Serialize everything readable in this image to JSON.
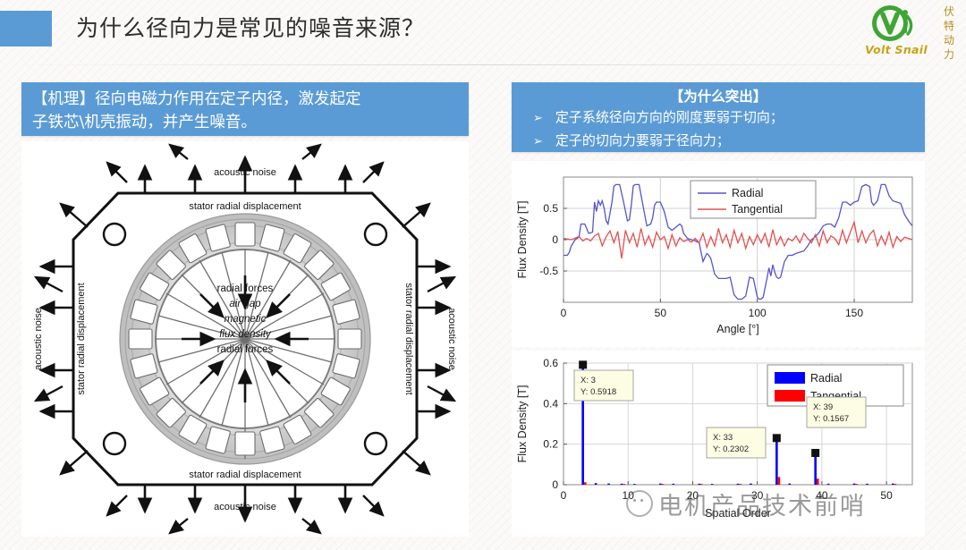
{
  "header": {
    "title": "为什么径向力是常见的噪音来源？",
    "accent_color": "#5b9bd5"
  },
  "logo": {
    "wordmark": "Volt Snail",
    "chinese": [
      "伏",
      "特",
      "动",
      "力"
    ],
    "mark_letter": "V",
    "green": "#3fa535",
    "gold": "#c8a317"
  },
  "banner_left": {
    "color": "#5b9bd5",
    "lines": [
      "【机理】径向电磁力作用在定子内径，激发起定",
      "子铁芯\\机壳振动，并产生噪音。"
    ]
  },
  "banner_right": {
    "color": "#5b9bd5",
    "title": "【为什么突出】",
    "bullet_marker": "➢",
    "bullets": [
      "定子系统径向方向的刚度要弱于切向；",
      "定子的切向力要弱于径向力；"
    ]
  },
  "diagram": {
    "label_acoustic_noise": "acoustic noise",
    "label_stator_radial_displacement": "stator radial displacement",
    "center_lines": [
      "radial forces",
      "air gap",
      "magnetic",
      "flux density",
      "radial forces"
    ]
  },
  "watermark": {
    "text": "电机产品技术前哨",
    "icon": "wechat-icon"
  },
  "chart_data": [
    {
      "type": "line",
      "title": "",
      "xlabel": "Angle [°]",
      "ylabel": "Flux Density [T]",
      "xlim": [
        0,
        180
      ],
      "ylim": [
        -1.0,
        1.0
      ],
      "xticks": [
        0,
        50,
        100,
        150
      ],
      "yticks": [
        -0.5,
        0,
        0.5
      ],
      "grid": true,
      "legend_position": "top-center",
      "series": [
        {
          "name": "Radial",
          "color": "#5555cc",
          "x": [
            0,
            2,
            3,
            4,
            6,
            8,
            9,
            11,
            13,
            15,
            16,
            17,
            18,
            19,
            20,
            21,
            22,
            23,
            25,
            26,
            27,
            29,
            31,
            33,
            34,
            35,
            36,
            37,
            38,
            39,
            41,
            43,
            45,
            46,
            47,
            48,
            50,
            52,
            54,
            56,
            58,
            60,
            61,
            62,
            64,
            66,
            68,
            70,
            71,
            72,
            73,
            74,
            75,
            76,
            78,
            80,
            82,
            84,
            86,
            88,
            90,
            92,
            94,
            96,
            98,
            100,
            101,
            102,
            103,
            105,
            106,
            107,
            108,
            109,
            110,
            111,
            112,
            114,
            116,
            118,
            120,
            122,
            124,
            126,
            128,
            130,
            132,
            134,
            136,
            138,
            140,
            142,
            144,
            146,
            148,
            150,
            152,
            154,
            156,
            158,
            159,
            160,
            162,
            164,
            166,
            168,
            170,
            172,
            174,
            176,
            178,
            180
          ],
          "y": [
            -0.25,
            -0.25,
            -0.2,
            -0.1,
            0.0,
            0.04,
            0.25,
            0.25,
            0.1,
            0.12,
            0.6,
            0.45,
            0.62,
            0.55,
            0.62,
            0.5,
            0.3,
            0.25,
            0.6,
            0.85,
            0.88,
            0.88,
            0.6,
            0.3,
            0.32,
            0.55,
            0.86,
            0.88,
            0.88,
            0.88,
            0.55,
            0.22,
            0.25,
            0.35,
            0.55,
            0.6,
            0.6,
            0.45,
            0.2,
            0.15,
            0.2,
            0.25,
            0.22,
            0.1,
            0.02,
            0.0,
            -0.02,
            -0.05,
            -0.2,
            -0.35,
            -0.28,
            -0.22,
            -0.25,
            -0.3,
            -0.55,
            -0.62,
            -0.62,
            -0.62,
            -0.6,
            -0.88,
            -0.95,
            -0.95,
            -0.9,
            -0.6,
            -0.62,
            -0.92,
            -0.95,
            -0.95,
            -0.92,
            -0.62,
            -0.45,
            -0.58,
            -0.4,
            -0.52,
            -0.6,
            -0.62,
            -0.6,
            -0.35,
            -0.25,
            -0.25,
            -0.22,
            -0.2,
            -0.18,
            -0.1,
            0.0,
            0.05,
            0.12,
            0.22,
            0.25,
            0.25,
            0.2,
            0.35,
            0.6,
            0.6,
            0.55,
            0.6,
            0.62,
            0.85,
            0.88,
            0.85,
            0.6,
            0.55,
            0.62,
            0.88,
            0.88,
            0.7,
            0.62,
            0.6,
            0.58,
            0.4,
            0.3,
            0.22,
            0.25
          ]
        },
        {
          "name": "Tangential",
          "color": "#e05252",
          "x": [
            0,
            4,
            8,
            10,
            12,
            14,
            16,
            18,
            20,
            22,
            24,
            26,
            28,
            30,
            32,
            34,
            36,
            38,
            40,
            42,
            44,
            46,
            48,
            50,
            52,
            54,
            56,
            58,
            60,
            62,
            64,
            66,
            68,
            70,
            72,
            74,
            76,
            78,
            80,
            82,
            84,
            86,
            88,
            90,
            92,
            94,
            96,
            98,
            100,
            102,
            104,
            106,
            108,
            110,
            112,
            114,
            116,
            118,
            120,
            122,
            124,
            126,
            128,
            130,
            132,
            134,
            136,
            138,
            140,
            142,
            144,
            146,
            148,
            150,
            152,
            154,
            156,
            158,
            160,
            162,
            164,
            166,
            168,
            170,
            172,
            174,
            176,
            178,
            180
          ],
          "y": [
            0.02,
            0.0,
            0.05,
            -0.02,
            0.02,
            -0.02,
            0.06,
            0.1,
            -0.1,
            0.05,
            0.14,
            -0.05,
            0.13,
            -0.3,
            0.15,
            -0.05,
            0.1,
            -0.12,
            0.18,
            -0.08,
            0.06,
            -0.12,
            0.12,
            0.0,
            0.05,
            -0.14,
            0.08,
            -0.1,
            0.03,
            -0.03,
            0.0,
            -0.04,
            0.02,
            -0.05,
            0.1,
            -0.12,
            0.05,
            -0.1,
            0.18,
            -0.05,
            0.08,
            -0.12,
            0.15,
            -0.05,
            0.1,
            -0.14,
            0.05,
            -0.08,
            0.08,
            -0.05,
            0.1,
            -0.12,
            0.16,
            -0.08,
            0.05,
            -0.1,
            0.02,
            -0.02,
            0.06,
            -0.05,
            0.1,
            0.02,
            -0.05,
            0.08,
            -0.1,
            0.14,
            -0.05,
            0.06,
            0.02,
            -0.08,
            0.15,
            -0.05,
            0.12,
            0.28,
            -0.05,
            0.14,
            -0.05,
            0.08,
            0.15,
            -0.1,
            0.06,
            -0.08,
            0.12,
            -0.12,
            0.05,
            -0.03,
            0.04,
            0.02,
            0.0
          ]
        }
      ]
    },
    {
      "type": "bar",
      "title": "",
      "xlabel": "Spatial Order",
      "ylabel": "Flux Density [T]",
      "xlim": [
        0,
        54
      ],
      "ylim": [
        0,
        0.6
      ],
      "xticks": [
        0,
        10,
        20,
        30,
        40,
        50
      ],
      "yticks": [
        0,
        0.2,
        0.4,
        0.6
      ],
      "grid": true,
      "legend_position": "top-right",
      "series": [
        {
          "name": "Radial",
          "color": "#0000ff",
          "orders": [
            3,
            5,
            7,
            9,
            11,
            15,
            17,
            21,
            23,
            27,
            29,
            33,
            35,
            39,
            41,
            45,
            47,
            51
          ],
          "values": [
            0.5918,
            0.008,
            0.006,
            0.005,
            0.004,
            0.006,
            0.005,
            0.005,
            0.004,
            0.005,
            0.006,
            0.2302,
            0.006,
            0.1567,
            0.005,
            0.006,
            0.005,
            0.006
          ]
        },
        {
          "name": "Tangential",
          "color": "#ff0000",
          "orders": [
            3,
            9,
            15,
            21,
            27,
            33,
            39,
            45,
            51
          ],
          "values": [
            0.012,
            0.004,
            0.004,
            0.004,
            0.004,
            0.038,
            0.03,
            0.004,
            0.004
          ]
        }
      ],
      "datatips": [
        {
          "x_label": "X: 3",
          "y_label": "Y: 0.5918",
          "x": 3,
          "y": 0.5918
        },
        {
          "x_label": "X: 33",
          "y_label": "Y: 0.2302",
          "x": 33,
          "y": 0.2302
        },
        {
          "x_label": "X: 39",
          "y_label": "Y: 0.1567",
          "x": 39,
          "y": 0.1567
        }
      ]
    }
  ]
}
